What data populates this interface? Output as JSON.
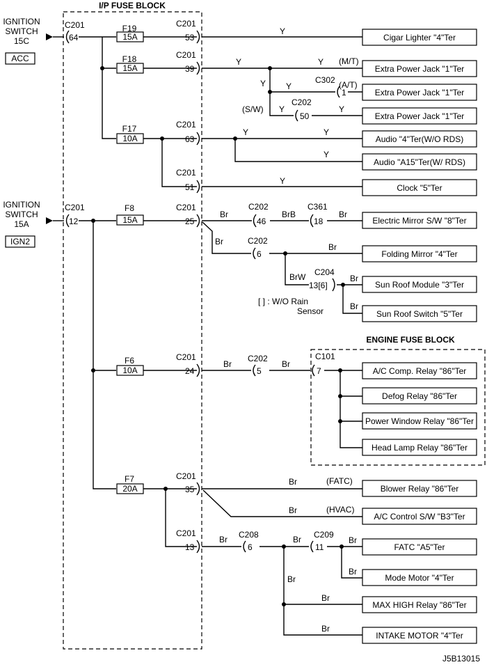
{
  "titles": {
    "ip_fuse_block": "I/P FUSE BLOCK",
    "engine_fuse_block": "ENGINE FUSE BLOCK"
  },
  "figure_id": "J5B13015",
  "sources": {
    "acc": {
      "line1": "IGNITION",
      "line2": "SWITCH",
      "line3": "15C",
      "tag": "ACC"
    },
    "ign2": {
      "line1": "IGNITION",
      "line2": "SWITCH",
      "line3": "15A",
      "tag": "IGN2"
    }
  },
  "connectors": {
    "c201_64": {
      "name": "C201",
      "pin": "64"
    },
    "c201_12": {
      "name": "C201",
      "pin": "12"
    },
    "c201_53": {
      "name": "C201",
      "pin": "53"
    },
    "c201_39": {
      "name": "C201",
      "pin": "39"
    },
    "c201_63": {
      "name": "C201",
      "pin": "63"
    },
    "c201_51": {
      "name": "C201",
      "pin": "51"
    },
    "c201_25": {
      "name": "C201",
      "pin": "25"
    },
    "c201_24": {
      "name": "C201",
      "pin": "24"
    },
    "c201_35": {
      "name": "C201",
      "pin": "35"
    },
    "c201_13": {
      "name": "C201",
      "pin": "13"
    },
    "c302_1": {
      "name": "C302",
      "pin": "1"
    },
    "c202_50": {
      "name": "C202",
      "pin": "50"
    },
    "c202_46": {
      "name": "C202",
      "pin": "46"
    },
    "c361_18": {
      "name": "C361",
      "pin": "18"
    },
    "c202_6": {
      "name": "C202",
      "pin": "6"
    },
    "c204_13": {
      "name": "C204",
      "pin": "13[6]"
    },
    "c202_5": {
      "name": "C202",
      "pin": "5"
    },
    "c101_7": {
      "name": "C101",
      "pin": "7"
    },
    "c208_6": {
      "name": "C208",
      "pin": "6"
    },
    "c209_11": {
      "name": "C209",
      "pin": "11"
    }
  },
  "fuses": {
    "f19": {
      "name": "F19",
      "rating": "15A"
    },
    "f18": {
      "name": "F18",
      "rating": "15A"
    },
    "f17": {
      "name": "F17",
      "rating": "10A"
    },
    "f8": {
      "name": "F8",
      "rating": "15A"
    },
    "f6": {
      "name": "F6",
      "rating": "10A"
    },
    "f7": {
      "name": "F7",
      "rating": "20A"
    }
  },
  "wire_colors": {
    "y": "Y",
    "br": "Br",
    "brb": "BrB",
    "brw": "BrW"
  },
  "variant_labels": {
    "mt": "(M/T)",
    "at": "(A/T)",
    "sw": "(S/W)",
    "fatc": "(FATC)",
    "hvac": "(HVAC)"
  },
  "note": {
    "line1": "[  ] : W/O Rain",
    "line2": "Sensor"
  },
  "loads": {
    "cigar_lighter": "Cigar Lighter \"4\"Ter",
    "extra_power_jack_mt": "Extra Power Jack \"1\"Ter",
    "extra_power_jack_at": "Extra Power Jack \"1\"Ter",
    "extra_power_jack_sw": "Extra Power Jack \"1\"Ter",
    "audio_wo_rds": "Audio \"4\"Ter(W/O RDS)",
    "audio_w_rds": "Audio \"A15\"Ter(W/ RDS)",
    "clock": "Clock \"5\"Ter",
    "electric_mirror_sw": "Electric Mirror S/W \"8\"Ter",
    "folding_mirror": "Folding Mirror \"4\"Ter",
    "sun_roof_module": "Sun Roof Module \"3\"Ter",
    "sun_roof_switch": "Sun Roof Switch \"5\"Ter",
    "ac_comp_relay": "A/C Comp. Relay \"86\"Ter",
    "defog_relay": "Defog Relay \"86\"Ter",
    "power_window_relay": "Power Window Relay \"86\"Ter",
    "head_lamp_relay": "Head Lamp Relay \"86\"Ter",
    "blower_relay": "Blower Relay \"86\"Ter",
    "ac_control_sw": "A/C Control S/W \"B3\"Ter",
    "fatc": "FATC \"A5\"Ter",
    "mode_motor": "Mode Motor \"4\"Ter",
    "max_high_relay": "MAX HIGH Relay \"86\"Ter",
    "intake_motor": "INTAKE MOTOR \"4\"Ter"
  }
}
